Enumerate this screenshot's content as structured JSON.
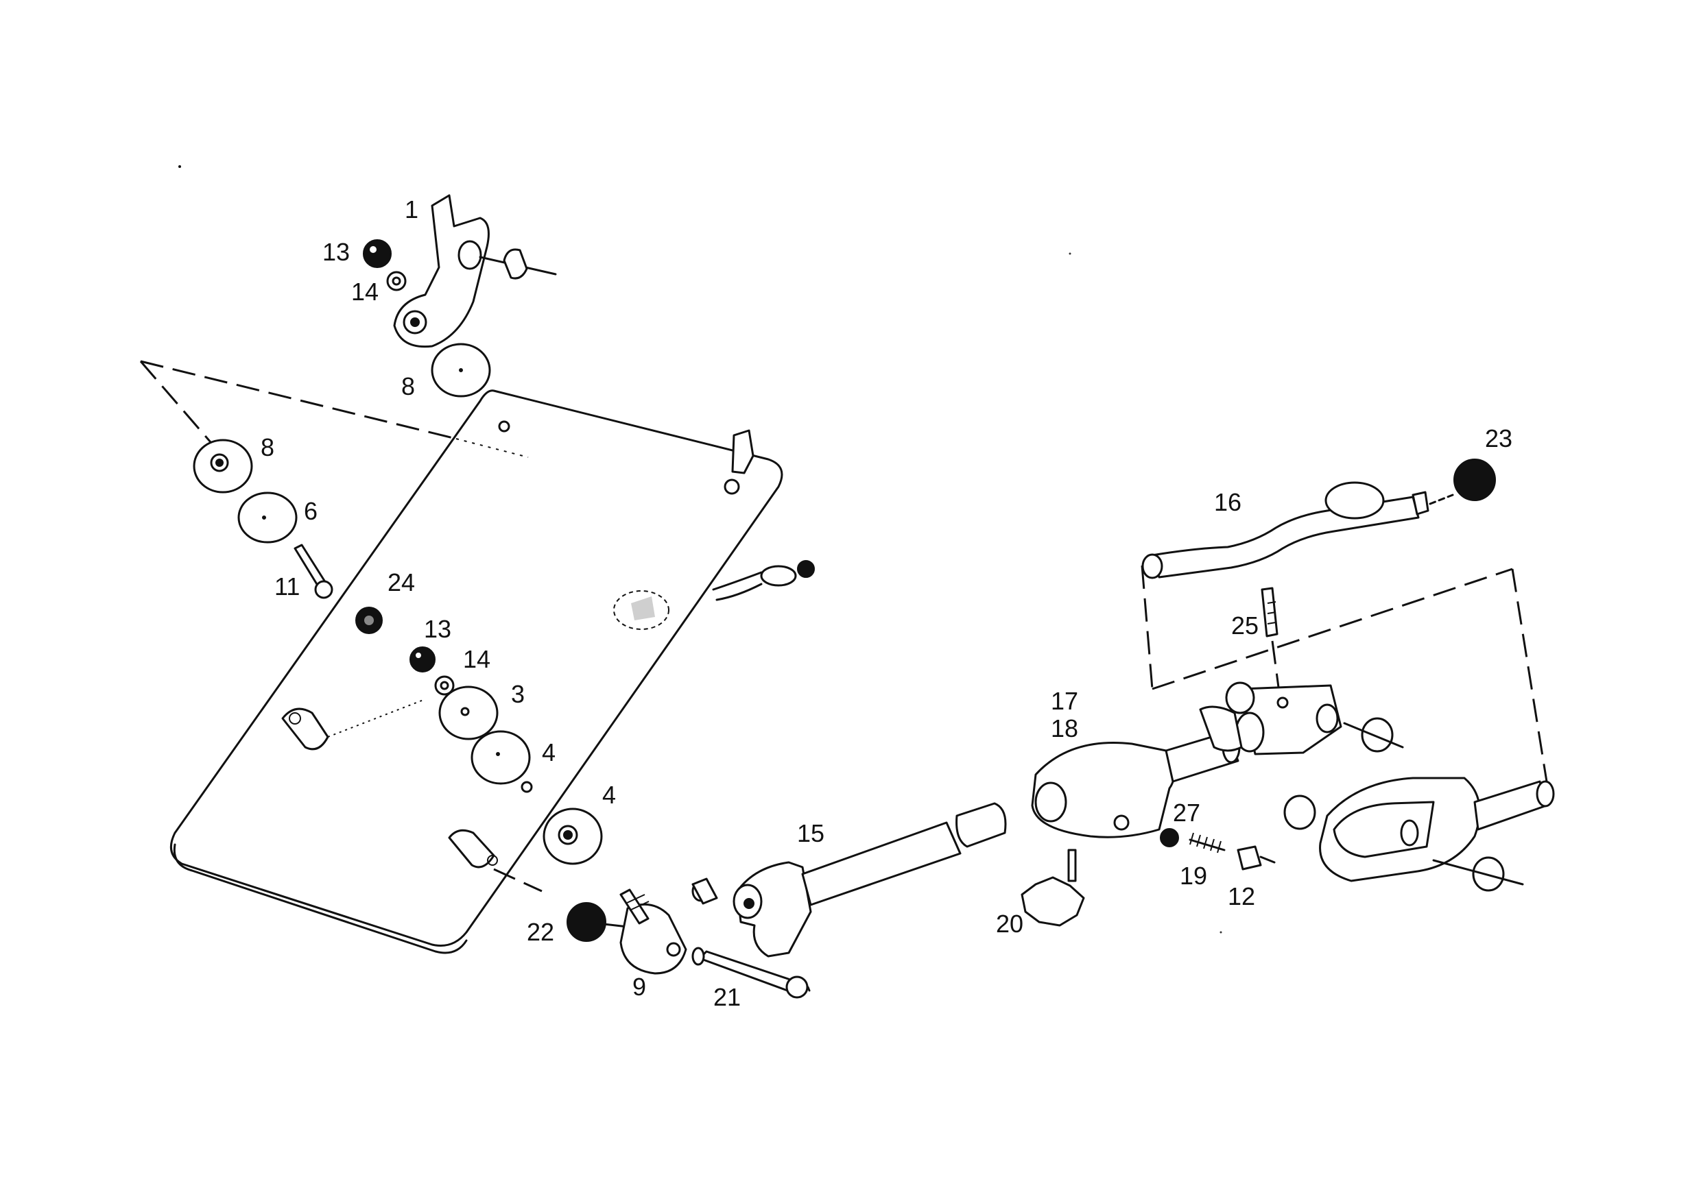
{
  "labels": {
    "l1": "1",
    "l13a": "13",
    "l14a": "14",
    "l8a": "8",
    "l8b": "8",
    "l6": "6",
    "l11": "11",
    "l24": "24",
    "l13b": "13",
    "l14b": "14",
    "l3": "3",
    "l4a": "4",
    "l4b": "4",
    "l22": "22",
    "l9": "9",
    "l21": "21",
    "l15": "15",
    "l16": "16",
    "l23": "23",
    "l25": "25",
    "l17": "17",
    "l18": "18",
    "l27": "27",
    "l19": "19",
    "l12": "12",
    "l20": "20"
  }
}
